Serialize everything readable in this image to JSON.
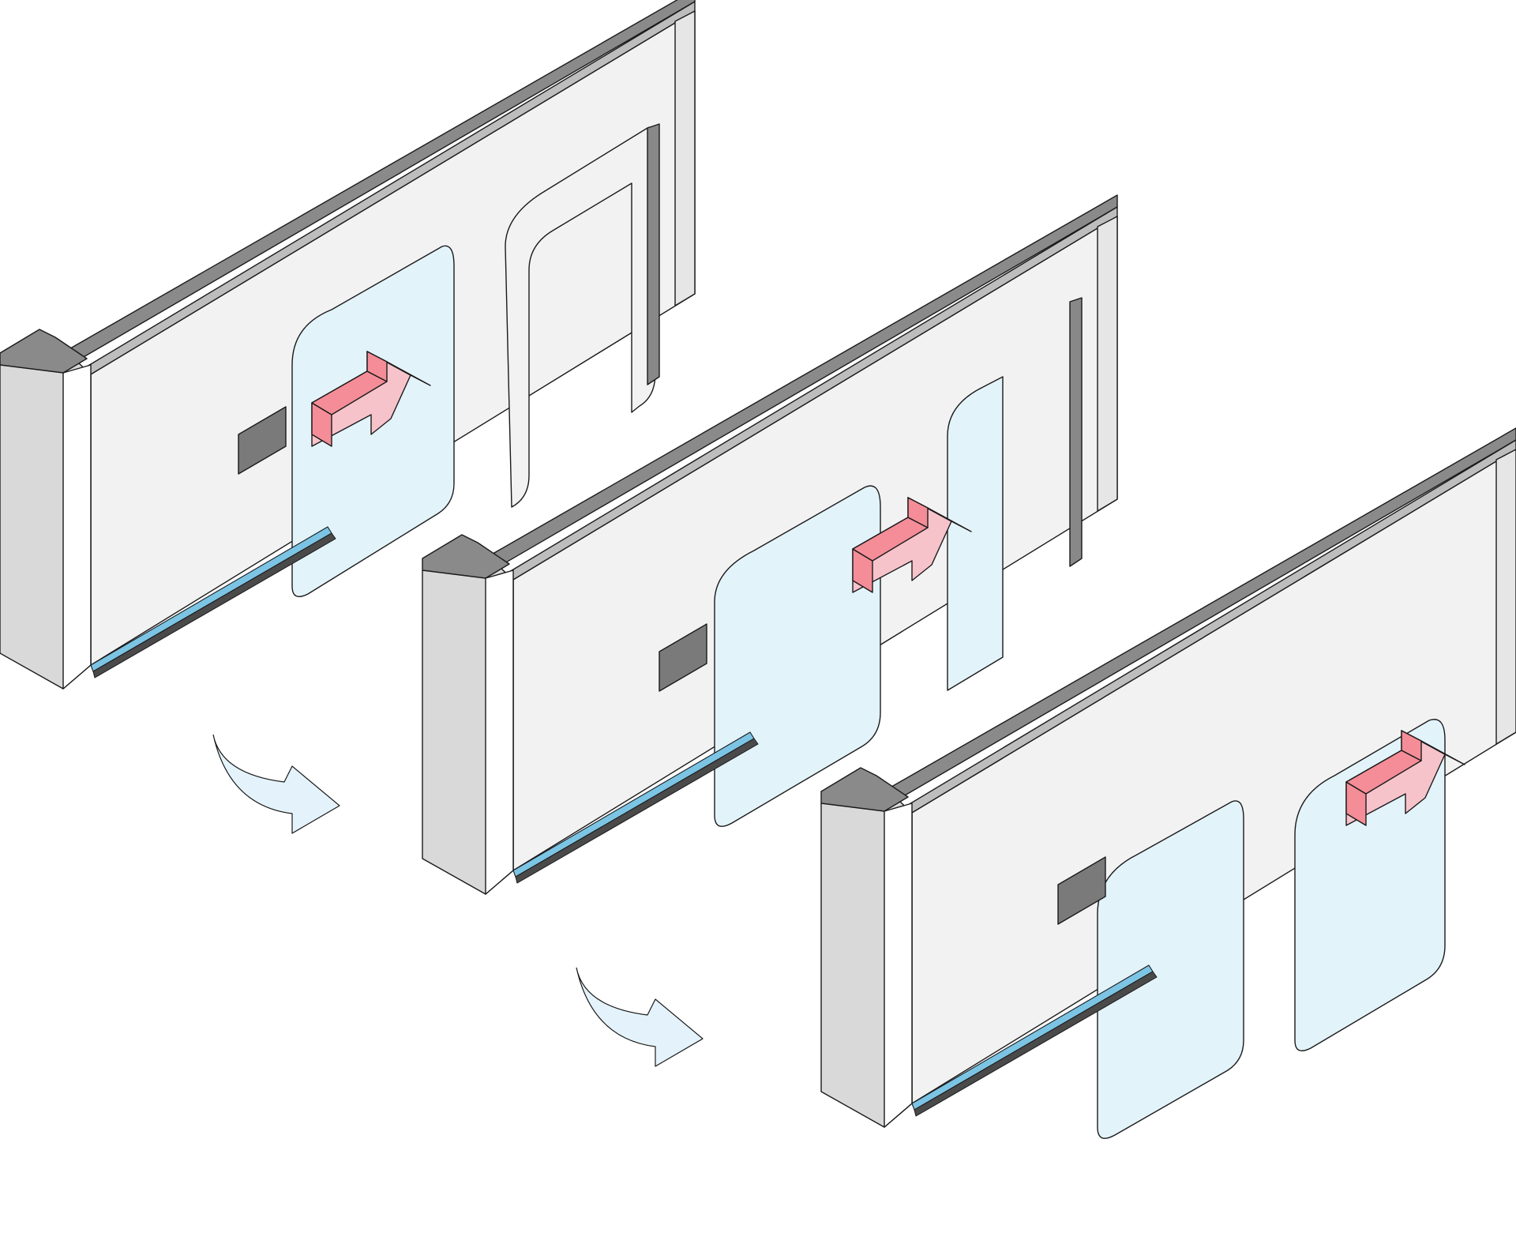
{
  "diagram": {
    "description_kind": "isometric sliding door sequence",
    "colors": {
      "wall_face": "#f2f2f2",
      "wall_top": "#8a8a8a",
      "column_side": "#d9d9d9",
      "glass": "#e3f3fa",
      "track_blue": "#7cc4e4",
      "track_dark": "#4a4a4a",
      "panel": "#7a7a7a",
      "motion_arrow": "#f48d97",
      "motion_arrow_light": "#f7c3cb",
      "step_arrow": "#e4f3fb",
      "outline": "#1a1a1a"
    },
    "stages": [
      {
        "id": "stage-1",
        "door_position": "closed",
        "moving_leaf_count": 1
      },
      {
        "id": "stage-2",
        "door_position": "half-open",
        "moving_leaf_count": 2
      },
      {
        "id": "stage-3",
        "door_position": "open",
        "moving_leaf_count": 2
      }
    ],
    "transitions": [
      {
        "from": "stage-1",
        "to": "stage-2"
      },
      {
        "from": "stage-2",
        "to": "stage-3"
      }
    ]
  }
}
